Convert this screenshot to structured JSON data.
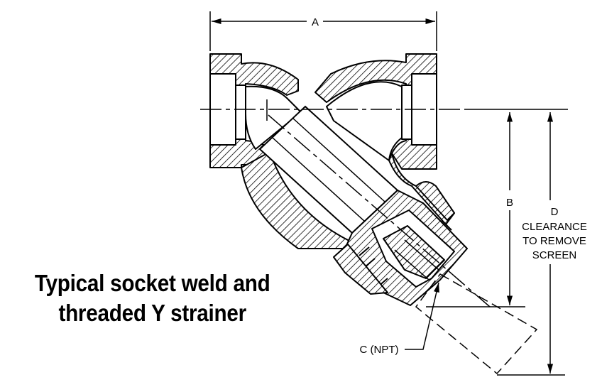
{
  "dimensions": {
    "a": "A",
    "b": "B",
    "c": "C (NPT)",
    "d_letter": "D",
    "d_line1": "CLEARANCE",
    "d_line2": "TO REMOVE",
    "d_line3": "SCREEN"
  },
  "caption": {
    "line1": "Typical socket weld and",
    "line2": "threaded Y strainer"
  }
}
